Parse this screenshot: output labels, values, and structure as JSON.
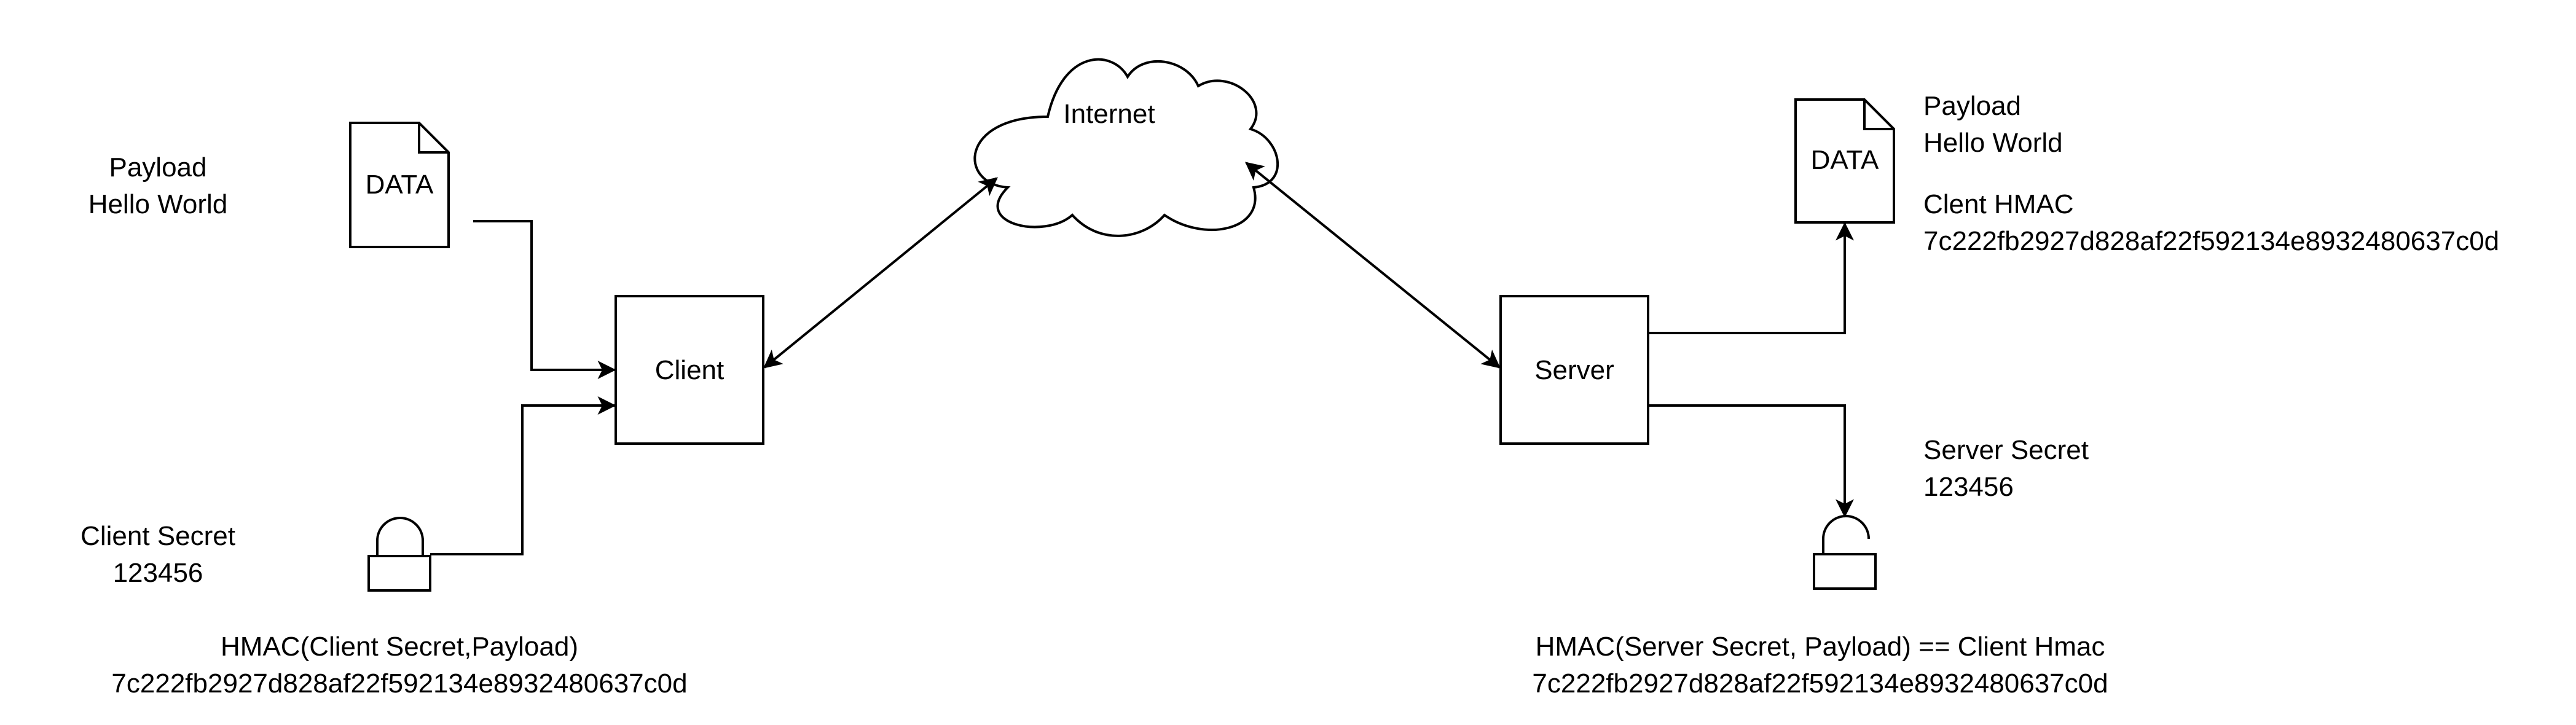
{
  "cloud": {
    "label": "Internet"
  },
  "client": {
    "box_label": "Client",
    "doc_label": "DATA",
    "payload_title": "Payload",
    "payload_value": "Hello World",
    "secret_title": "Client Secret",
    "secret_value": "123456",
    "hmac_formula": "HMAC(Client Secret,Payload)",
    "hmac_value": "7c222fb2927d828af22f592134e8932480637c0d"
  },
  "server": {
    "box_label": "Server",
    "doc_label": "DATA",
    "payload_title": "Payload",
    "payload_value": "Hello World",
    "client_hmac_title": "Clent HMAC",
    "client_hmac_value": "7c222fb2927d828af22f592134e8932480637c0d",
    "secret_title": "Server Secret",
    "secret_value": "123456",
    "hmac_formula": "HMAC(Server Secret, Payload) == Client Hmac",
    "hmac_value": "7c222fb2927d828af22f592134e8932480637c0d"
  }
}
